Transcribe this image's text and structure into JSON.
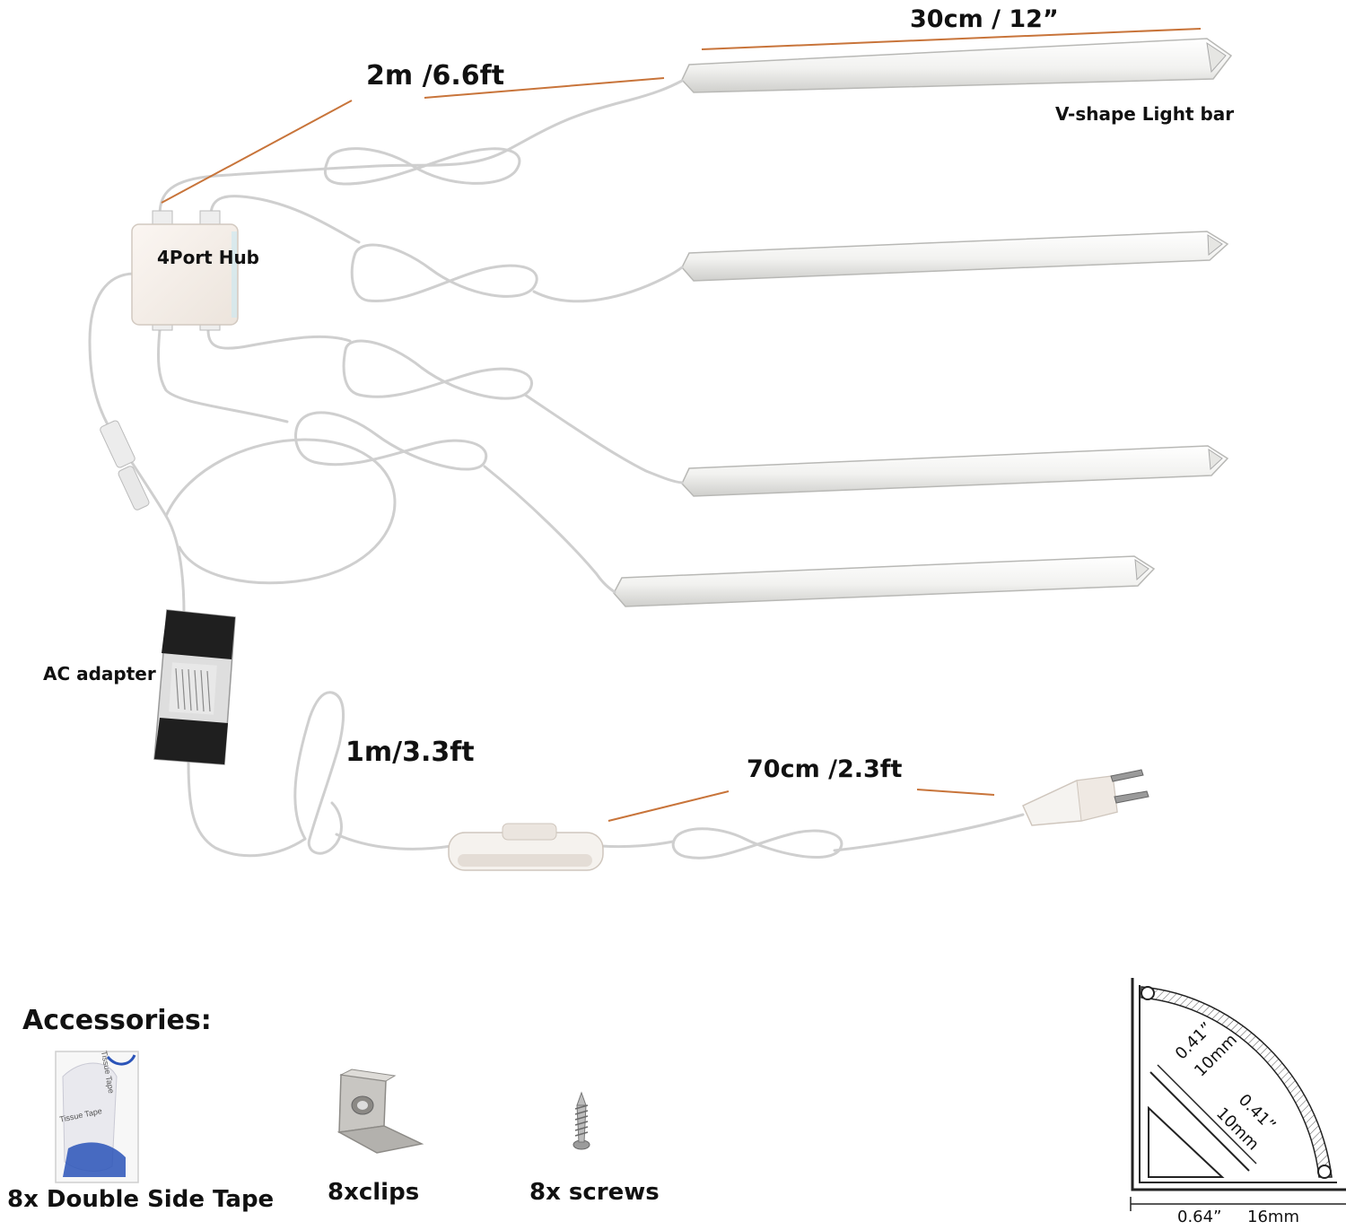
{
  "labels": {
    "bar_length": "30cm  / 12”",
    "cable_hub": "2m /6.6ft",
    "light_bar": "V-shape Light bar",
    "hub": "4Port Hub",
    "adapter": "AC adapter",
    "cable_adapter": "1m/3.3ft",
    "cable_plug": "70cm /2.3ft"
  },
  "accessories": {
    "title": "Accessories:",
    "tape": "8x Double Side Tape",
    "clips": "8xclips",
    "screws": "8x screws",
    "tape_print_1": "Tissue Tape",
    "tape_print_2": "Tissue Tape"
  },
  "profile": {
    "inner_1_in": "0.41”",
    "inner_1_mm": "10mm",
    "inner_2_in": "0.41”",
    "inner_2_mm": "10mm",
    "width_in": "0.64”",
    "width_mm": "16mm"
  },
  "colors": {
    "dimension_line": "#c8743a",
    "cable": "#d6d6d6",
    "bar_fill": "#f3f3f1",
    "device": "#f6f2ee",
    "adapter_body": "#dcdcdc",
    "adapter_caps": "#1e1e1e"
  }
}
